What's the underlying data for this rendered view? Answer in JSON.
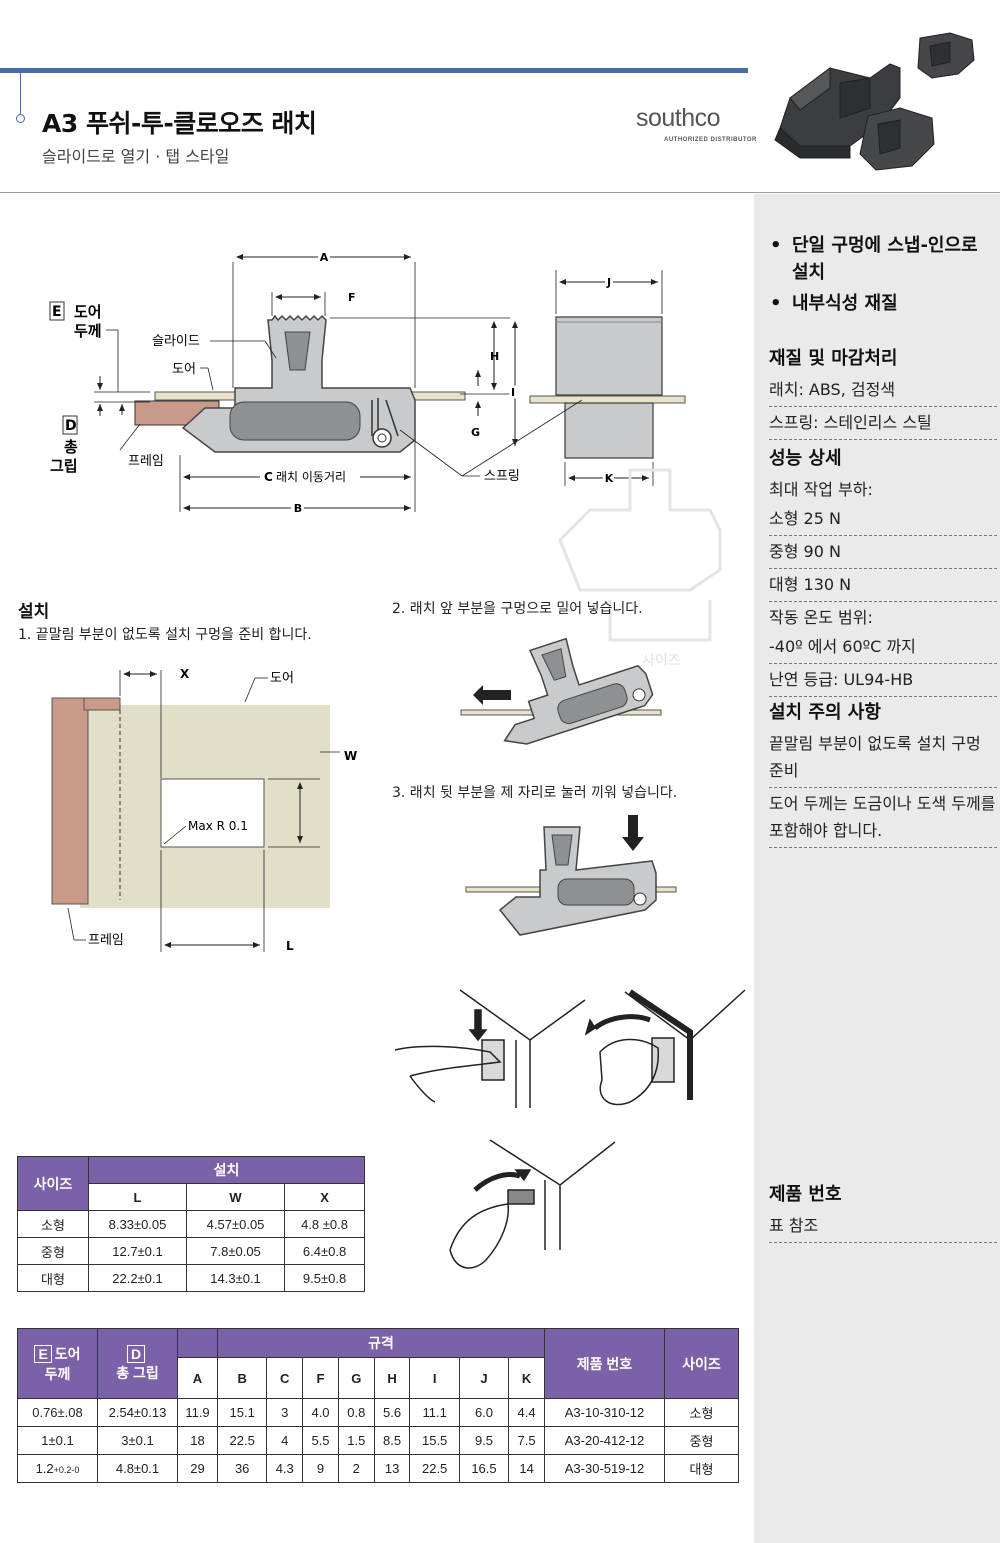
{
  "header": {
    "title": "A3 푸쉬-투-클로오즈 래치",
    "subtitle": "슬라이드로 열기 · 탭 스타일",
    "logo_text": "southco",
    "logo_sub": "AUTHORIZED DISTRIBUTOR"
  },
  "sidebar": {
    "bullets": [
      "단일 구멍에 스냅-인으로 설치",
      "내부식성 재질"
    ],
    "materials": {
      "heading": "재질 및 마감처리",
      "rows": [
        "래치: ABS, 검정색",
        "스프링: 스테인리스 스틸"
      ]
    },
    "performance": {
      "heading": "성능 상세",
      "rows": [
        "최대 작업 부하:",
        "소형 25 N",
        "중형 90 N",
        "대형 130 N",
        "작동 온도 범위:",
        "-40º 에서 60ºC 까지",
        "난연 등급: UL94-HB"
      ]
    },
    "notes": {
      "heading": "설치 주의 사항",
      "rows": [
        "끝말림 부분이 없도록 설치 구멍 준비",
        "도어 두께는 도금이나 도색 두께를 포함해야 합니다."
      ]
    },
    "part": {
      "heading": "제품 번호",
      "rows": [
        "표 참조"
      ]
    }
  },
  "diagram_labels": {
    "e_letter": "E",
    "door_thickness_1": "도어",
    "door_thickness_2": "두께",
    "d_letter": "D",
    "grip_1": "총",
    "grip_2": "그립",
    "slide": "슬라이드",
    "door": "도어",
    "frame": "프레임",
    "travel_letter": "C",
    "travel": "래치 이동거리",
    "spring": "스프링",
    "dim_A": "A",
    "dim_B": "B",
    "dim_F": "F",
    "dim_H": "H",
    "dim_G": "G",
    "dim_I": "I",
    "dim_J": "J",
    "dim_K": "K",
    "dim_X": "X",
    "dim_W": "W",
    "dim_L": "L",
    "max_r": "Max R 0.1",
    "watermark": "사이즈"
  },
  "install": {
    "heading": "설치",
    "step1": "1. 끝말림 부분이 없도록 설치 구멍을 준비 합니다.",
    "step2": "2. 래치 앞 부분을 구멍으로 밀어 넣습니다.",
    "step3": "3. 래치 뒷 부분을 제 자리로 눌러 끼워 넣습니다."
  },
  "table1": {
    "size_header": "사이즈",
    "group_header": "설치",
    "columns": [
      "L",
      "W",
      "X"
    ],
    "rows": [
      {
        "size": "소형",
        "values": [
          "8.33±0.05",
          "4.57±0.05",
          "4.8 ±0.8"
        ]
      },
      {
        "size": "중형",
        "values": [
          "12.7±0.1",
          "7.8±0.05",
          "6.4±0.8"
        ]
      },
      {
        "size": "대형",
        "values": [
          "22.2±0.1",
          "14.3±0.1",
          "9.5±0.8"
        ]
      }
    ]
  },
  "table2": {
    "e_letter": "E",
    "e_header_1": "도어",
    "e_header_2": "두께",
    "d_letter": "D",
    "d_header": "총 그립",
    "spec_header": "규격",
    "part_header": "제품 번호",
    "size_header": "사이즈",
    "columns": [
      "A",
      "B",
      "C",
      "F",
      "G",
      "H",
      "I",
      "J",
      "K"
    ],
    "rows": [
      {
        "e": "0.76±.08",
        "e_sub": "",
        "d": "2.54±0.13",
        "values": [
          "11.9",
          "15.1",
          "3",
          "4.0",
          "0.8",
          "5.6",
          "11.1",
          "6.0",
          "4.4"
        ],
        "part": "A3-10-310-12",
        "size": "소형"
      },
      {
        "e": "1±0.1",
        "e_sub": "",
        "d": "3±0.1",
        "values": [
          "18",
          "22.5",
          "4",
          "5.5",
          "1.5",
          "8.5",
          "15.5",
          "9.5",
          "7.5"
        ],
        "part": "A3-20-412-12",
        "size": "중형"
      },
      {
        "e": "1.2",
        "e_sub": "+0.2-0",
        "d": "4.8±0.1",
        "values": [
          "29",
          "36",
          "4.3",
          "9",
          "2",
          "13",
          "22.5",
          "16.5",
          "14"
        ],
        "part": "A3-30-519-12",
        "size": "대형"
      }
    ]
  },
  "colors": {
    "accent_blue": "#4a6da7",
    "table_purple": "#7b61a8",
    "panel_beige": "#e2dfc9",
    "frame_brown": "#c99a88",
    "latch_gray": "#c9cacb"
  }
}
